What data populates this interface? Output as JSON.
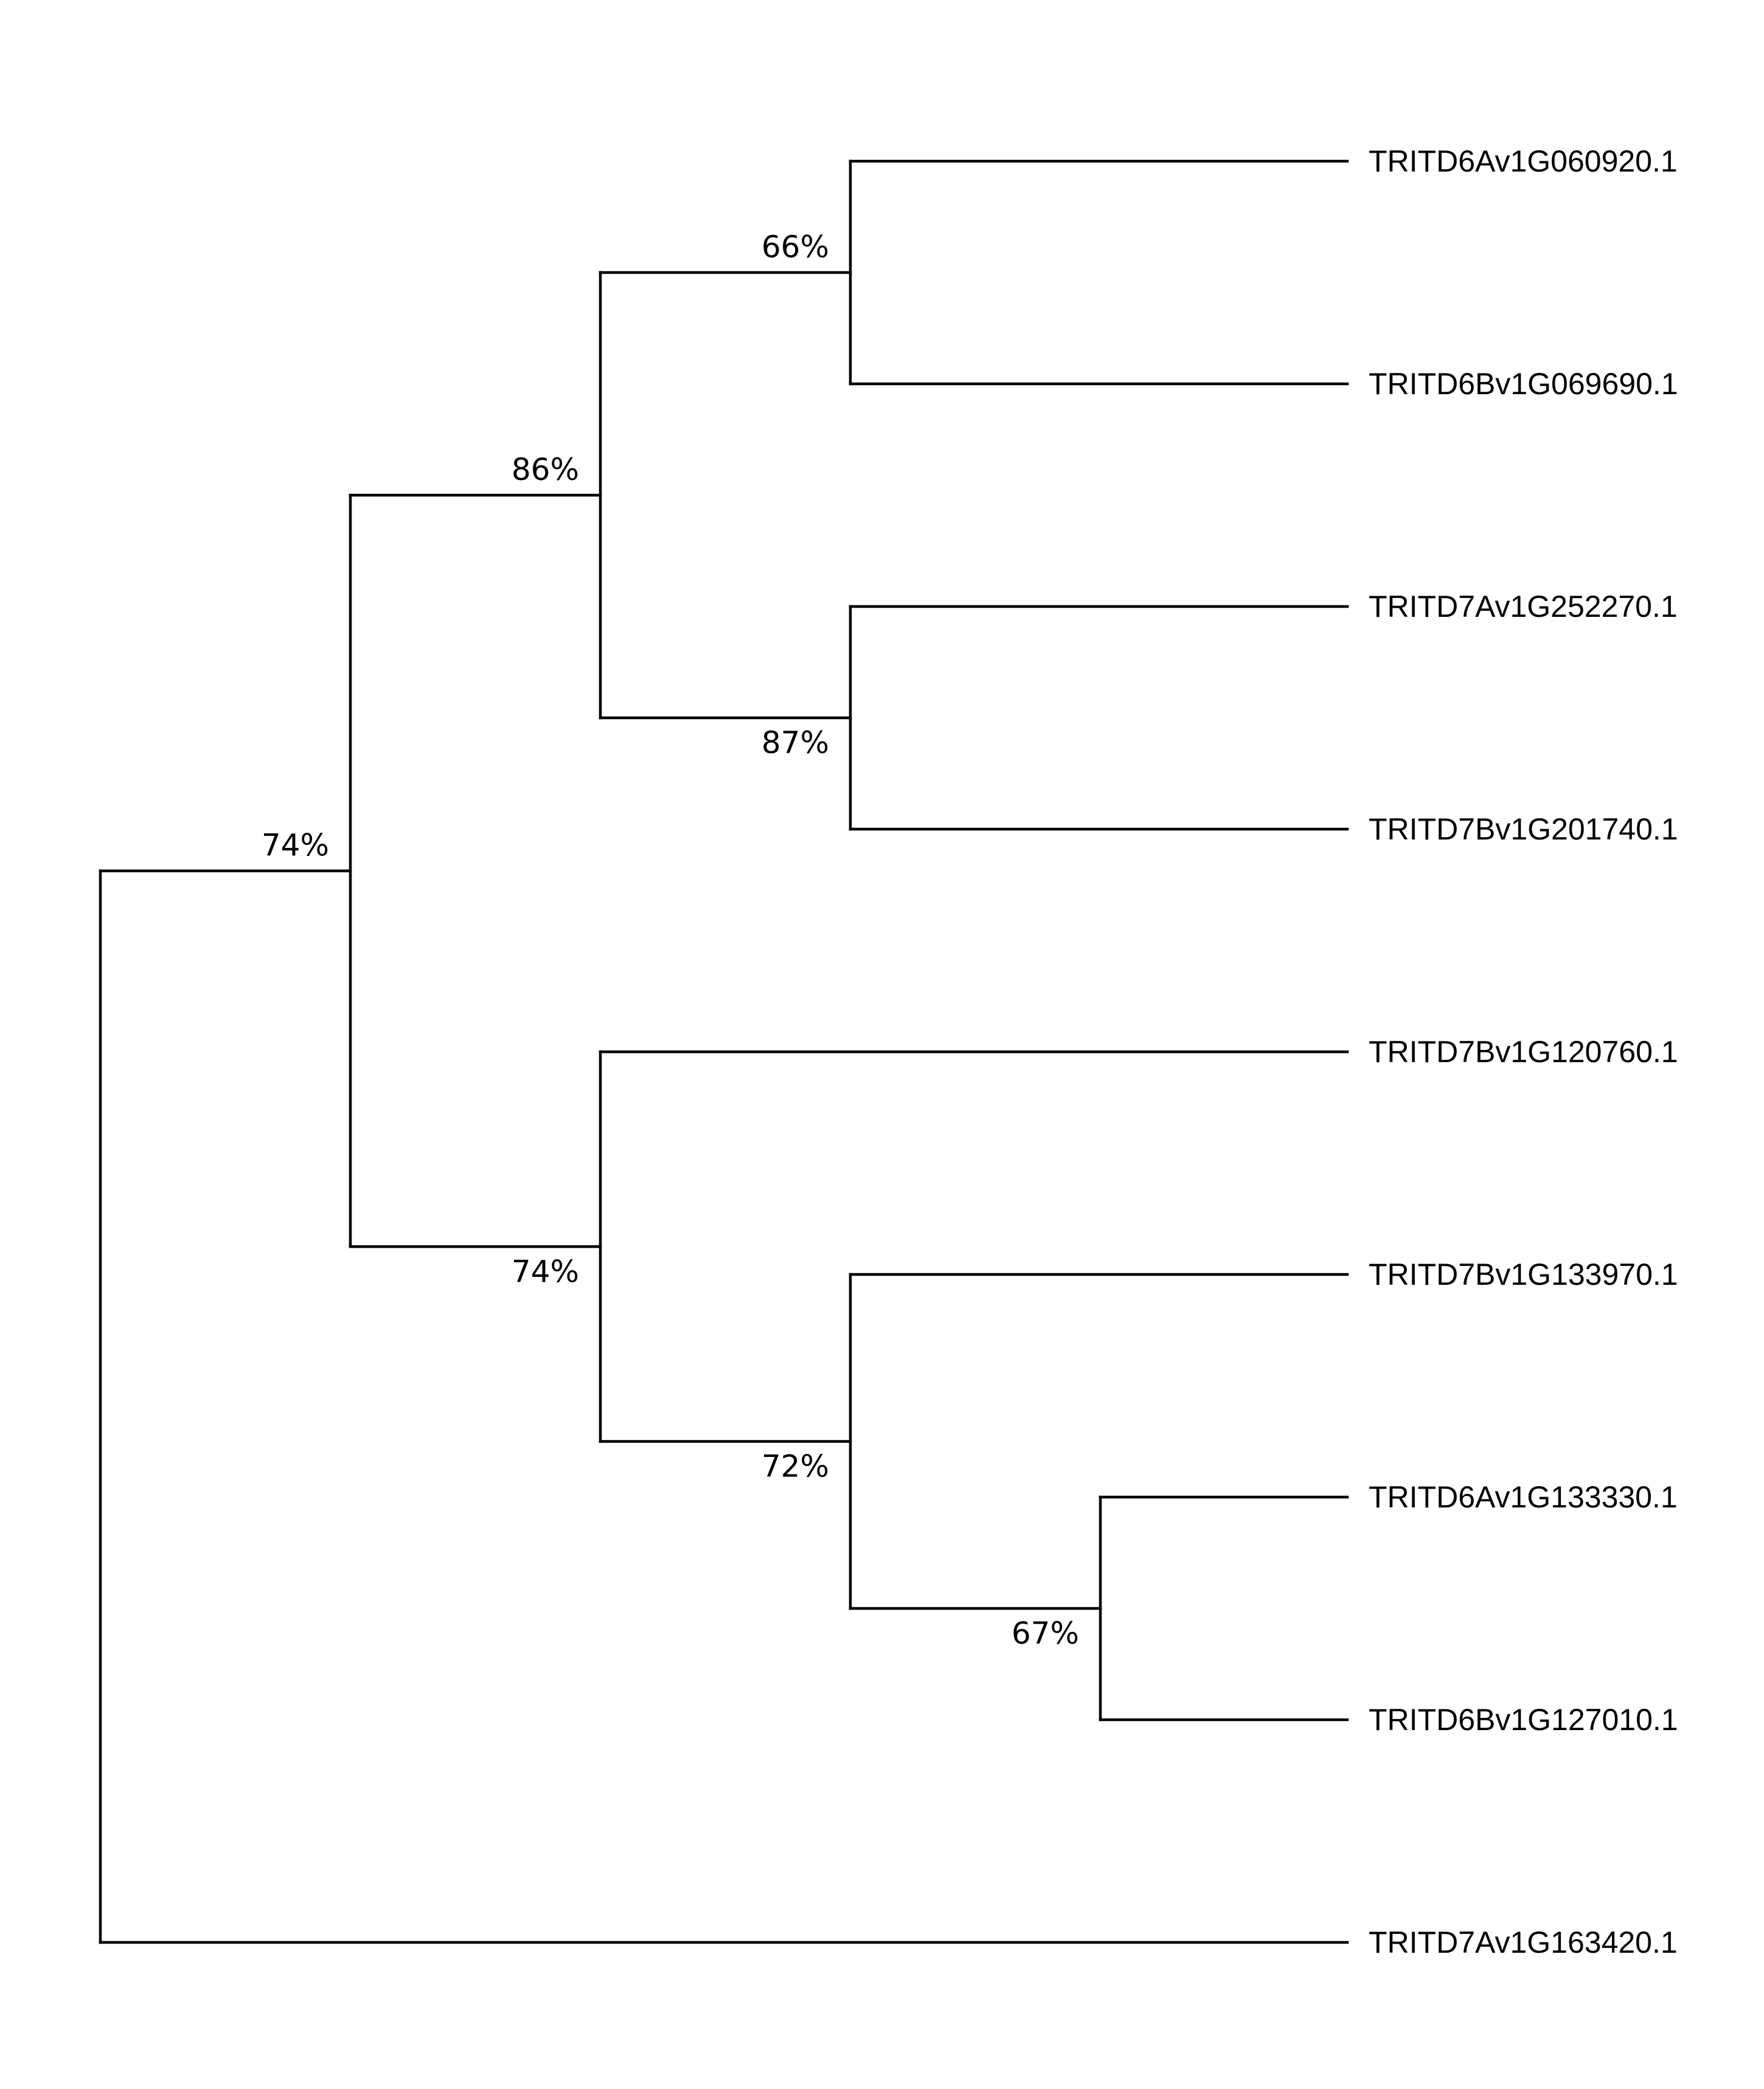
{
  "tree": {
    "leaves": [
      {
        "id": "L1",
        "label": "TRITD6Av1G060920.1"
      },
      {
        "id": "L2",
        "label": "TRITD6Bv1G069690.1"
      },
      {
        "id": "L3",
        "label": "TRITD7Av1G252270.1"
      },
      {
        "id": "L4",
        "label": "TRITD7Bv1G201740.1"
      },
      {
        "id": "L5",
        "label": "TRITD7Bv1G120760.1"
      },
      {
        "id": "L6",
        "label": "TRITD7Bv1G133970.1"
      },
      {
        "id": "L7",
        "label": "TRITD6Av1G133330.1"
      },
      {
        "id": "L8",
        "label": "TRITD6Bv1G127010.1"
      },
      {
        "id": "L9",
        "label": "TRITD7Av1G163420.1"
      }
    ],
    "internal_nodes": [
      {
        "id": "root",
        "children": [
          "N74a",
          "L9"
        ],
        "support": ""
      },
      {
        "id": "N74a",
        "children": [
          "N86",
          "N74b"
        ],
        "support": "74%"
      },
      {
        "id": "N86",
        "children": [
          "N66",
          "N87"
        ],
        "support": "86%"
      },
      {
        "id": "N66",
        "children": [
          "L1",
          "L2"
        ],
        "support": "66%"
      },
      {
        "id": "N87",
        "children": [
          "L3",
          "L4"
        ],
        "support": "87%"
      },
      {
        "id": "N74b",
        "children": [
          "L5",
          "N72"
        ],
        "support": "74%"
      },
      {
        "id": "N72",
        "children": [
          "L6",
          "N67"
        ],
        "support": "72%"
      },
      {
        "id": "N67",
        "children": [
          "L7",
          "L8"
        ],
        "support": "67%"
      }
    ]
  }
}
